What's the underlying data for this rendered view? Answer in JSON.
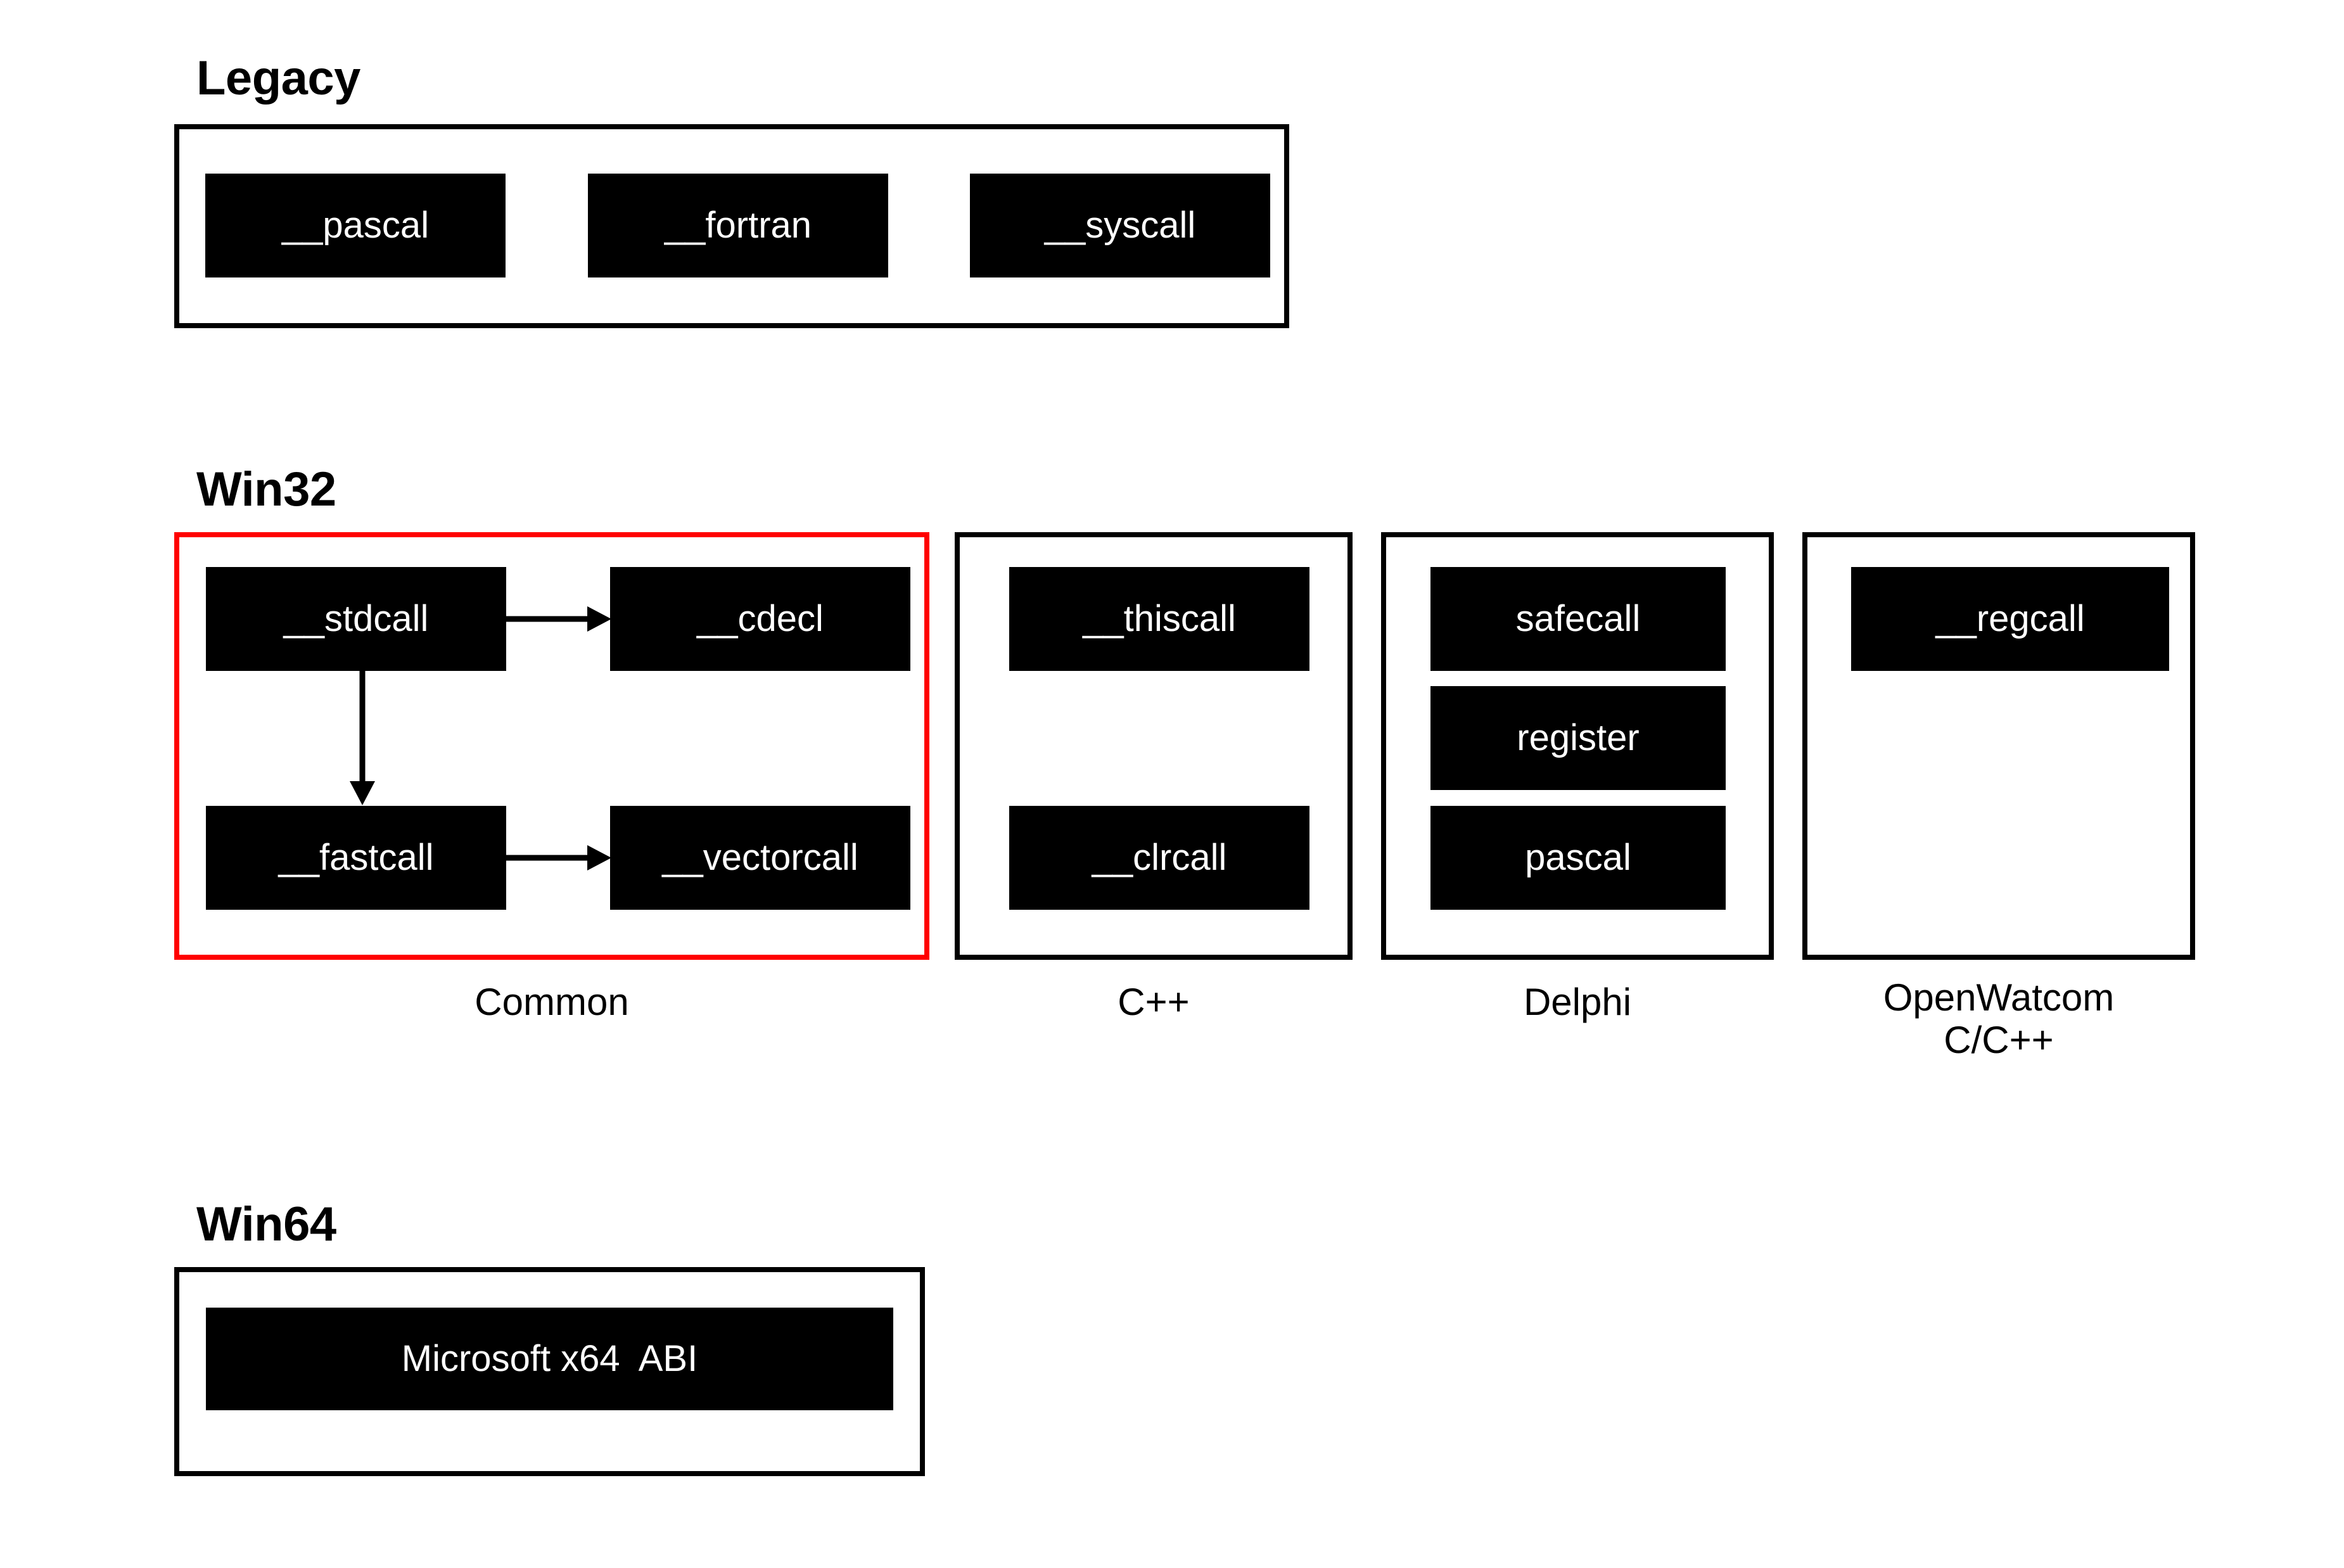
{
  "diagram": {
    "title_legacy": "Legacy",
    "title_win32": "Win32",
    "title_win64": "Win64",
    "colors": {
      "background": "#ffffff",
      "node_fill": "#000000",
      "node_text": "#ffffff",
      "border": "#000000",
      "highlight_border": "#ff0000"
    }
  },
  "legacy": {
    "heading": "Legacy",
    "nodes": [
      {
        "label": "__pascal"
      },
      {
        "label": "__fortran"
      },
      {
        "label": "__syscall"
      }
    ]
  },
  "win32": {
    "heading": "Win32",
    "groups": [
      {
        "caption": "Common",
        "highlighted": true,
        "nodes": [
          {
            "label": "__stdcall"
          },
          {
            "label": "__cdecl"
          },
          {
            "label": "__fastcall"
          },
          {
            "label": "__vectorcall"
          }
        ],
        "arrows": [
          {
            "from": "__stdcall",
            "to": "__cdecl",
            "direction": "right"
          },
          {
            "from": "__stdcall",
            "to": "__fastcall",
            "direction": "down"
          },
          {
            "from": "__fastcall",
            "to": "__vectorcall",
            "direction": "right"
          }
        ]
      },
      {
        "caption": "C++",
        "highlighted": false,
        "nodes": [
          {
            "label": "__thiscall"
          },
          {
            "label": "__clrcall"
          }
        ],
        "arrows": []
      },
      {
        "caption": "Delphi",
        "highlighted": false,
        "nodes": [
          {
            "label": "safecall"
          },
          {
            "label": "register"
          },
          {
            "label": "pascal"
          }
        ],
        "arrows": []
      },
      {
        "caption": "OpenWatcom\nC/C++",
        "highlighted": false,
        "nodes": [
          {
            "label": "__regcall"
          }
        ],
        "arrows": []
      }
    ]
  },
  "win64": {
    "heading": "Win64",
    "nodes": [
      {
        "label": "Microsoft x64  ABI"
      }
    ]
  }
}
